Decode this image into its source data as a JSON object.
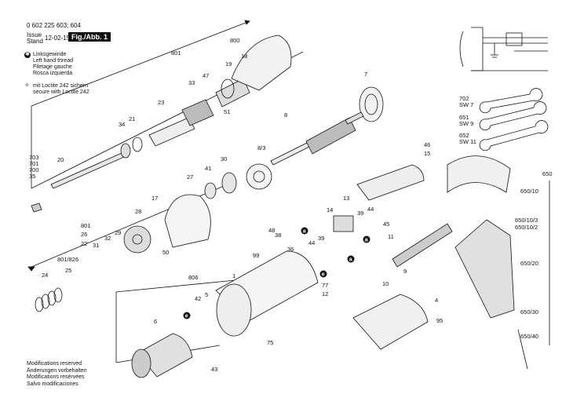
{
  "header": {
    "part_number": "0 602 225 603; 604",
    "issue_label": "Issue",
    "stand_label": "Stand",
    "date": "12-02-15",
    "figure": "Fig./Abb. 1"
  },
  "legend": {
    "left_hand_thread": [
      "Linksgewinde",
      "Left hand thread",
      "Filetage gauche",
      "Rosca izquierda"
    ],
    "loctite": [
      "mit Loctite 242 sichern",
      "secure with Loctite 242"
    ]
  },
  "modifications": [
    "Modifications reserved",
    "Änderungen vorbehalten",
    "Modifications resérvées",
    "Salvo modificaciones"
  ],
  "callouts": [
    {
      "id": "c800",
      "text": "800"
    },
    {
      "id": "c801a",
      "text": "801"
    },
    {
      "id": "c19",
      "text": "19"
    },
    {
      "id": "c18",
      "text": "18"
    },
    {
      "id": "c47",
      "text": "47"
    },
    {
      "id": "c33",
      "text": "33"
    },
    {
      "id": "c7",
      "text": "7"
    },
    {
      "id": "c23",
      "text": "23"
    },
    {
      "id": "c51",
      "text": "51"
    },
    {
      "id": "c34",
      "text": "34"
    },
    {
      "id": "c21",
      "text": "21"
    },
    {
      "id": "c8",
      "text": "8"
    },
    {
      "id": "c83",
      "text": "8/3"
    },
    {
      "id": "c20",
      "text": "20"
    },
    {
      "id": "c703",
      "text": "703"
    },
    {
      "id": "c701",
      "text": "701"
    },
    {
      "id": "c700",
      "text": "700"
    },
    {
      "id": "c35",
      "text": "35"
    },
    {
      "id": "c46",
      "text": "46"
    },
    {
      "id": "c15",
      "text": "15"
    },
    {
      "id": "c27",
      "text": "27"
    },
    {
      "id": "c41",
      "text": "41"
    },
    {
      "id": "c30",
      "text": "30"
    },
    {
      "id": "c17",
      "text": "17"
    },
    {
      "id": "c28",
      "text": "28"
    },
    {
      "id": "c801b",
      "text": "801"
    },
    {
      "id": "c32",
      "text": "32"
    },
    {
      "id": "c29",
      "text": "29"
    },
    {
      "id": "c13",
      "text": "13"
    },
    {
      "id": "c14",
      "text": "14"
    },
    {
      "id": "c39a",
      "text": "39"
    },
    {
      "id": "c44a",
      "text": "44"
    },
    {
      "id": "c45",
      "text": "45"
    },
    {
      "id": "c48",
      "text": "48"
    },
    {
      "id": "c38",
      "text": "38"
    },
    {
      "id": "c11",
      "text": "11"
    },
    {
      "id": "c39b",
      "text": "39"
    },
    {
      "id": "c44b",
      "text": "44"
    },
    {
      "id": "c36",
      "text": "36"
    },
    {
      "id": "c99",
      "text": "99"
    },
    {
      "id": "c50",
      "text": "50"
    },
    {
      "id": "c26",
      "text": "26"
    },
    {
      "id": "c22",
      "text": "22"
    },
    {
      "id": "c801826",
      "text": "801/826"
    },
    {
      "id": "c31",
      "text": "31"
    },
    {
      "id": "c24",
      "text": "24"
    },
    {
      "id": "c25",
      "text": "25"
    },
    {
      "id": "c806",
      "text": "806"
    },
    {
      "id": "c1",
      "text": "1"
    },
    {
      "id": "c9",
      "text": "9"
    },
    {
      "id": "c10",
      "text": "10"
    },
    {
      "id": "c77",
      "text": "77"
    },
    {
      "id": "c12",
      "text": "12"
    },
    {
      "id": "c4",
      "text": "4"
    },
    {
      "id": "c42",
      "text": "42"
    },
    {
      "id": "c5",
      "text": "5"
    },
    {
      "id": "c6",
      "text": "6"
    },
    {
      "id": "c95",
      "text": "95"
    },
    {
      "id": "c75",
      "text": "75"
    },
    {
      "id": "c43",
      "text": "43"
    },
    {
      "id": "c702",
      "text": "702"
    },
    {
      "id": "csw7",
      "text": "SW 7"
    },
    {
      "id": "c651",
      "text": "651"
    },
    {
      "id": "csw9",
      "text": "SW 9"
    },
    {
      "id": "c652",
      "text": "652"
    },
    {
      "id": "csw11",
      "text": "SW 11"
    },
    {
      "id": "c650",
      "text": "650"
    },
    {
      "id": "c65010",
      "text": "650/10"
    },
    {
      "id": "c650103",
      "text": "650/10/3"
    },
    {
      "id": "c650102",
      "text": "650/10/2"
    },
    {
      "id": "c65020",
      "text": "650/20"
    },
    {
      "id": "c65030",
      "text": "650/30"
    },
    {
      "id": "c65040",
      "text": "650/40"
    }
  ],
  "markers": [
    {
      "id": "m1",
      "text": "a"
    },
    {
      "id": "m2",
      "text": "a"
    },
    {
      "id": "m3",
      "text": "a"
    },
    {
      "id": "m4",
      "text": "e"
    },
    {
      "id": "m5",
      "text": "e"
    }
  ]
}
